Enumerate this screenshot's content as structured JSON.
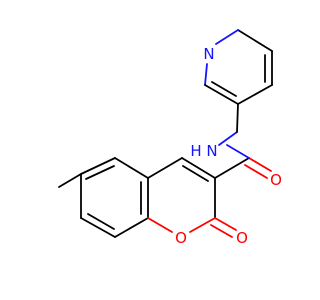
{
  "molecule": {
    "atoms": {
      "n_pyridine": {
        "symbol": "N",
        "color": "#1414ff"
      },
      "n_amide": {
        "symbol": "N",
        "color": "#1414ff"
      },
      "h_amide": {
        "symbol": "H",
        "color": "#1414ff"
      },
      "o_amide": {
        "symbol": "O",
        "color": "#ff0000"
      },
      "o_ring": {
        "symbol": "O",
        "color": "#ff0000"
      },
      "o_lactone": {
        "symbol": "O",
        "color": "#ff0000"
      }
    }
  }
}
